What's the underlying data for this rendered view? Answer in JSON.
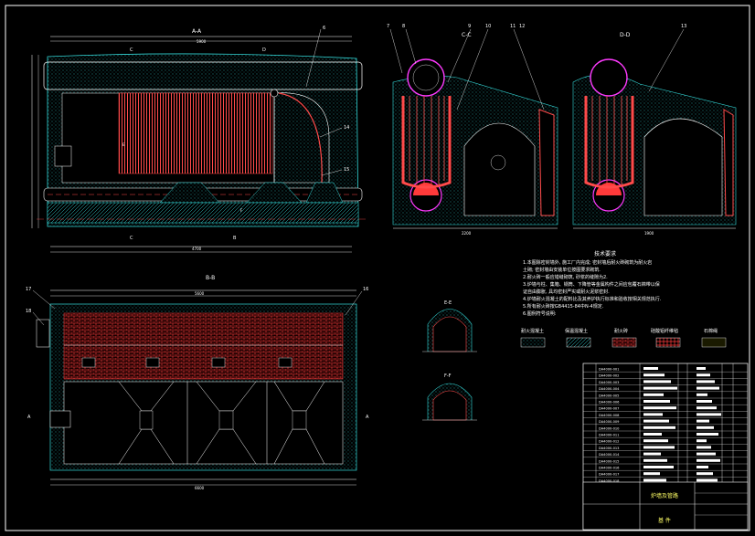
{
  "views": {
    "a_a": "A-A",
    "b_b": "B-B",
    "c_c": "C-C",
    "d_d": "D-D",
    "e_e": "E-E",
    "f_f": "F-F"
  },
  "dims": {
    "top_overall": "5900",
    "top_inner": "4700",
    "bottom_overall": "6600",
    "b_inner": "5600",
    "cc_width": "2200",
    "dd_width": "1900"
  },
  "callouts": [
    "6",
    "7",
    "8",
    "9",
    "10",
    "11",
    "12",
    "13",
    "14",
    "15",
    "16",
    "17",
    "18"
  ],
  "notes": {
    "title": "技术要求",
    "lines": [
      "1.本图除密封墙外, 施工厂内完成; 密封墙后耐火砖砌筑为耐火岩",
      "  土砌; 密封墙由安装单位按图要求砌筑.",
      "2.耐火砖一般应错缝砌筑, 砂浆的缝隙为2.",
      "3.炉墙与柱、集箱、锅筒、下降管等金属构件之间应包覆石棉带以保",
      "  证自由膨胀, 具均密封严实或耐火泥浆密封.",
      "4.炉墙耐火混凝土的配料比及其养护执行标准和验收按相关规范执行.",
      "5.所有耐火砖按GB4415-84中N-4规定.",
      "6.图例符号说明:"
    ]
  },
  "legend": [
    "耐火混凝土",
    "保温混凝土",
    "耐火砖",
    "硅酸铝纤维毡",
    "石棉绳"
  ],
  "title_block": {
    "name": "炉墙及管路",
    "sub": "基 件"
  },
  "bom_codes": [
    "DA4000-001",
    "DA4000-002",
    "DA4000-003",
    "DA4000-004",
    "DA4000-005",
    "DA4000-006",
    "DA4000-007",
    "DA4000-008",
    "DA4000-009",
    "DA4000-010",
    "DA4000-011",
    "DA4000-012",
    "DA4000-013",
    "DA4000-014",
    "DA4000-015",
    "DA4000-016",
    "DA4000-017",
    "DA4000-018"
  ]
}
